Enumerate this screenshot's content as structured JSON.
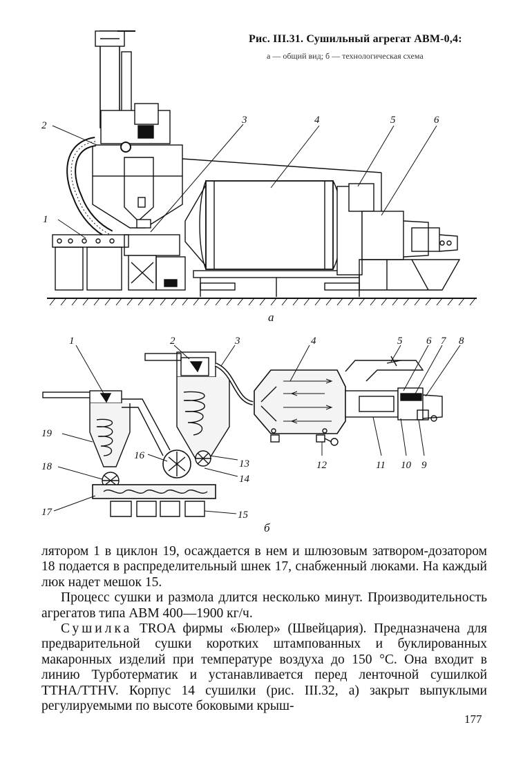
{
  "caption": {
    "title": "Рис. III.31. Сушильный агрегат АВМ-0,4:",
    "subtitle": "а — общий вид; б — технологическая схема"
  },
  "figure_a": {
    "sublabel": "а",
    "callouts": [
      "1",
      "2",
      "3",
      "4",
      "5",
      "6"
    ]
  },
  "figure_b": {
    "sublabel": "б",
    "callouts": [
      "1",
      "2",
      "3",
      "4",
      "5",
      "6",
      "7",
      "8",
      "9",
      "10",
      "11",
      "12",
      "13",
      "14",
      "15",
      "16",
      "17",
      "18",
      "19"
    ]
  },
  "body": {
    "p1": "лятором 1 в циклон 19, осаждается в нем и шлюзовым затвором-дозатором 18 подается в распределительный шнек 17, снабженный люками. На каждый люк надет мешок 15.",
    "p2": "Процесс сушки и размола длится несколько минут. Производительность агрегатов типа АВМ 400—1900 кг/ч.",
    "p3_lead": "Сушилка",
    "p3": "TROA фирмы «Бюлер» (Швейцария). Предназначена для предварительной сушки коротких штампованных и буклированных макаронных изделий при температуре воздуха до 150 °С. Она входит в линию Турботерматик и устанавливается перед ленточной сушилкой TTHA/TTHV. Корпус 14 сушилки (рис. III.32, а) закрыт выпуклыми регулируемыми по высоте боковыми крыш-"
  },
  "page_number": "177"
}
